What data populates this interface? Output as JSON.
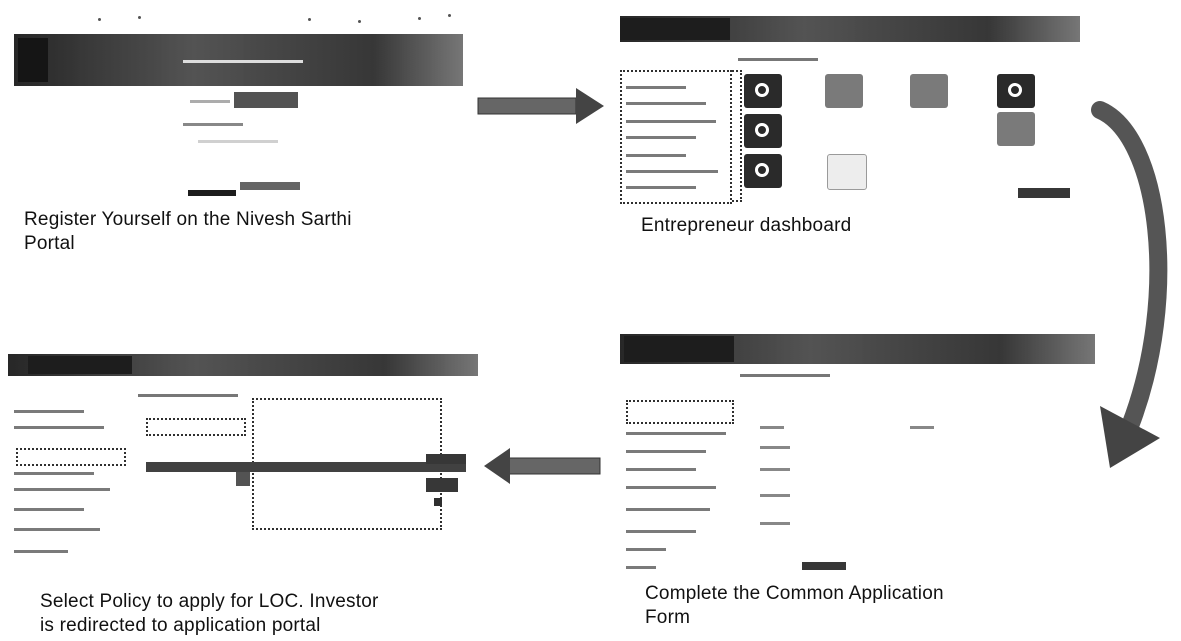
{
  "steps": [
    {
      "caption_line1": "Register Yourself on the Nivesh Sarthi",
      "caption_line2": "Portal"
    },
    {
      "caption_line1": "Entrepreneur dashboard"
    },
    {
      "caption_line1": "Complete the Common Application",
      "caption_line2": "Form"
    },
    {
      "caption_line1": "Select Policy to apply for LOC. Investor",
      "caption_line2": "is redirected to application portal"
    }
  ],
  "colors": {
    "arrow": "#555555",
    "text": "#111111"
  }
}
